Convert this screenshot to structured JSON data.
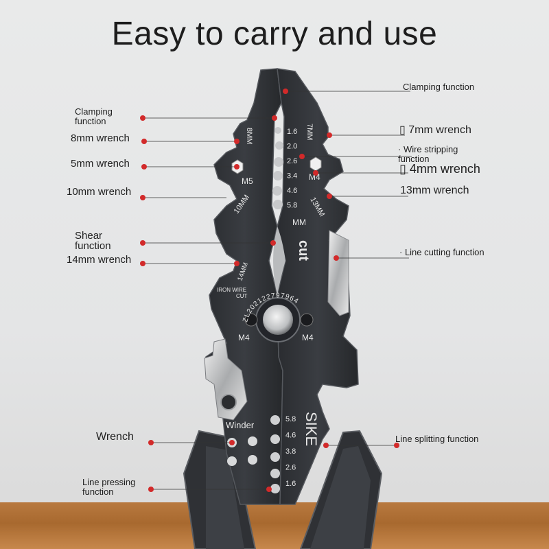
{
  "title": "Easy to carry and use",
  "tool_markings": {
    "size_8mm": "8MM",
    "size_7mm": "7MM",
    "m5": "M5",
    "m4_hex": "M4",
    "size_10mm": "10MM",
    "size_13mm": "13MM",
    "mm": "MM",
    "cut": "cut",
    "size_14mm": "14MM",
    "iron_wire": "IRON WIRE",
    "cut_small": "CUT",
    "serial": "ZL202122797964",
    "m4_left": "M4",
    "m4_right": "M4",
    "winder": "Winder",
    "brand": "SIKE",
    "strip_gauges": [
      "1.6",
      "2.0",
      "2.6",
      "3.4",
      "4.6",
      "5.8"
    ],
    "crimp_gauges": [
      "5.8",
      "4.6",
      "3.8",
      "2.6",
      "1.6"
    ]
  },
  "labels": {
    "clamping_top": "Clamping function",
    "clamping_left_1": "Clamping",
    "clamping_left_2": "function",
    "wrench_7mm": "7mm wrench",
    "wrench_8mm": "8mm wrench",
    "wire_stripping_1": "· Wire stripping",
    "wire_stripping_2": "function",
    "wrench_5mm": "5mm wrench",
    "wrench_4mm": "4mm wrench",
    "wrench_10mm": "10mm wrench",
    "wrench_13mm": "13mm wrench",
    "shear_1": "Shear",
    "shear_2": "function",
    "line_cutting": "· Line cutting function",
    "wrench_14mm": "14mm wrench",
    "wrench": "Wrench",
    "line_splitting": "Line splitting function",
    "line_pressing_1": "Line pressing",
    "line_pressing_2": "function",
    "glyph": "▯"
  },
  "colors": {
    "marker": "#d22a2a",
    "tool_body": "#2b2d30",
    "tool_edge": "#4a4d52",
    "label_text": "#1f1f1f"
  }
}
